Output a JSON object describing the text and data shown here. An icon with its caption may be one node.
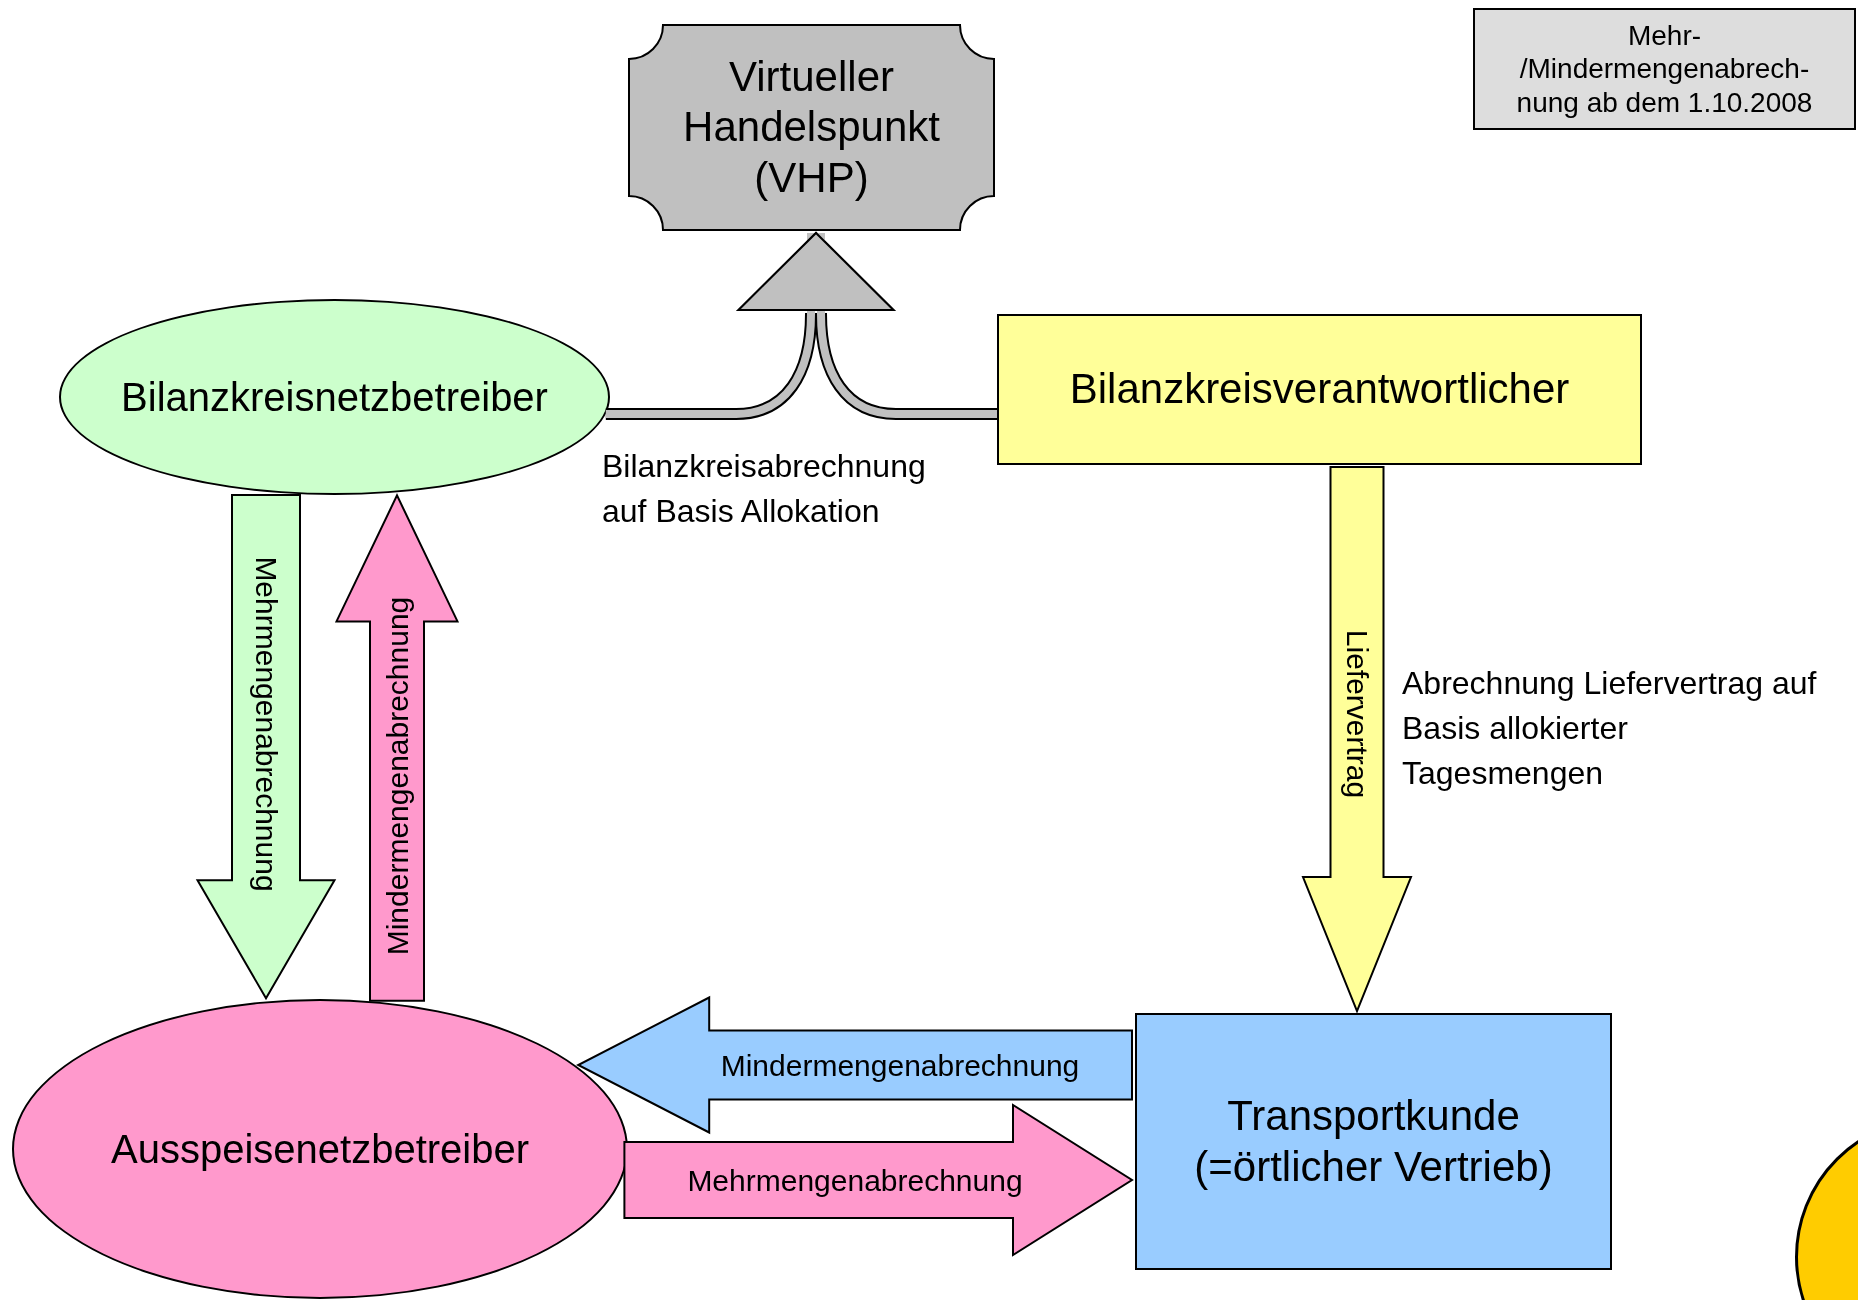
{
  "diagram": {
    "nodes": [
      {
        "text": [
          "Virtueller Handelspunkt (VHP)"
        ]
      },
      {
        "text": [
          "Bilanzkreisnetzbetreiber"
        ]
      },
      {
        "text": [
          "Bilanzkreisverantwortlicher"
        ]
      },
      {
        "text": [
          "Ausspeisenetzbetreiber"
        ]
      },
      {
        "text": [
          "Transportkunde (=örtlicher Vertrieb)"
        ]
      },
      {
        "text": [
          "Mehr- /Mindermengenabrech- nung ab dem 1.10.2008"
        ]
      },
      {
        "text": [],
        "shape": "circle"
      }
    ],
    "edges": [
      {
        "from": 1,
        "to": 0,
        "arrow": "to",
        "color": "#c0c0c0"
      },
      {
        "from": 2,
        "to": 0,
        "arrow": "to",
        "color": "#c0c0c0"
      },
      {
        "from": 1,
        "to": 3,
        "arrow": "to",
        "label": "Mehrmengenabrechnung",
        "color": "#ccffcc"
      },
      {
        "from": 3,
        "to": 1,
        "arrow": "to",
        "label": "Mindermengenabrechnung",
        "color": "#ff99cc"
      },
      {
        "from": 2,
        "to": 4,
        "arrow": "to",
        "label": "Liefervertrag",
        "color": "#ffff99"
      },
      {
        "from": 4,
        "to": 3,
        "arrow": "to",
        "label": "Mindermengenabrechnung",
        "color": "#99ccff"
      },
      {
        "from": 3,
        "to": 4,
        "arrow": "to",
        "label": "Mehrmengenabrechnung",
        "color": "#ff99cc"
      }
    ],
    "labels": [
      "Bilanzkreisabrechnung auf Basis Allokation",
      "Abrechnung Liefervertrag auf Basis allokierter Tagesmengen"
    ]
  }
}
